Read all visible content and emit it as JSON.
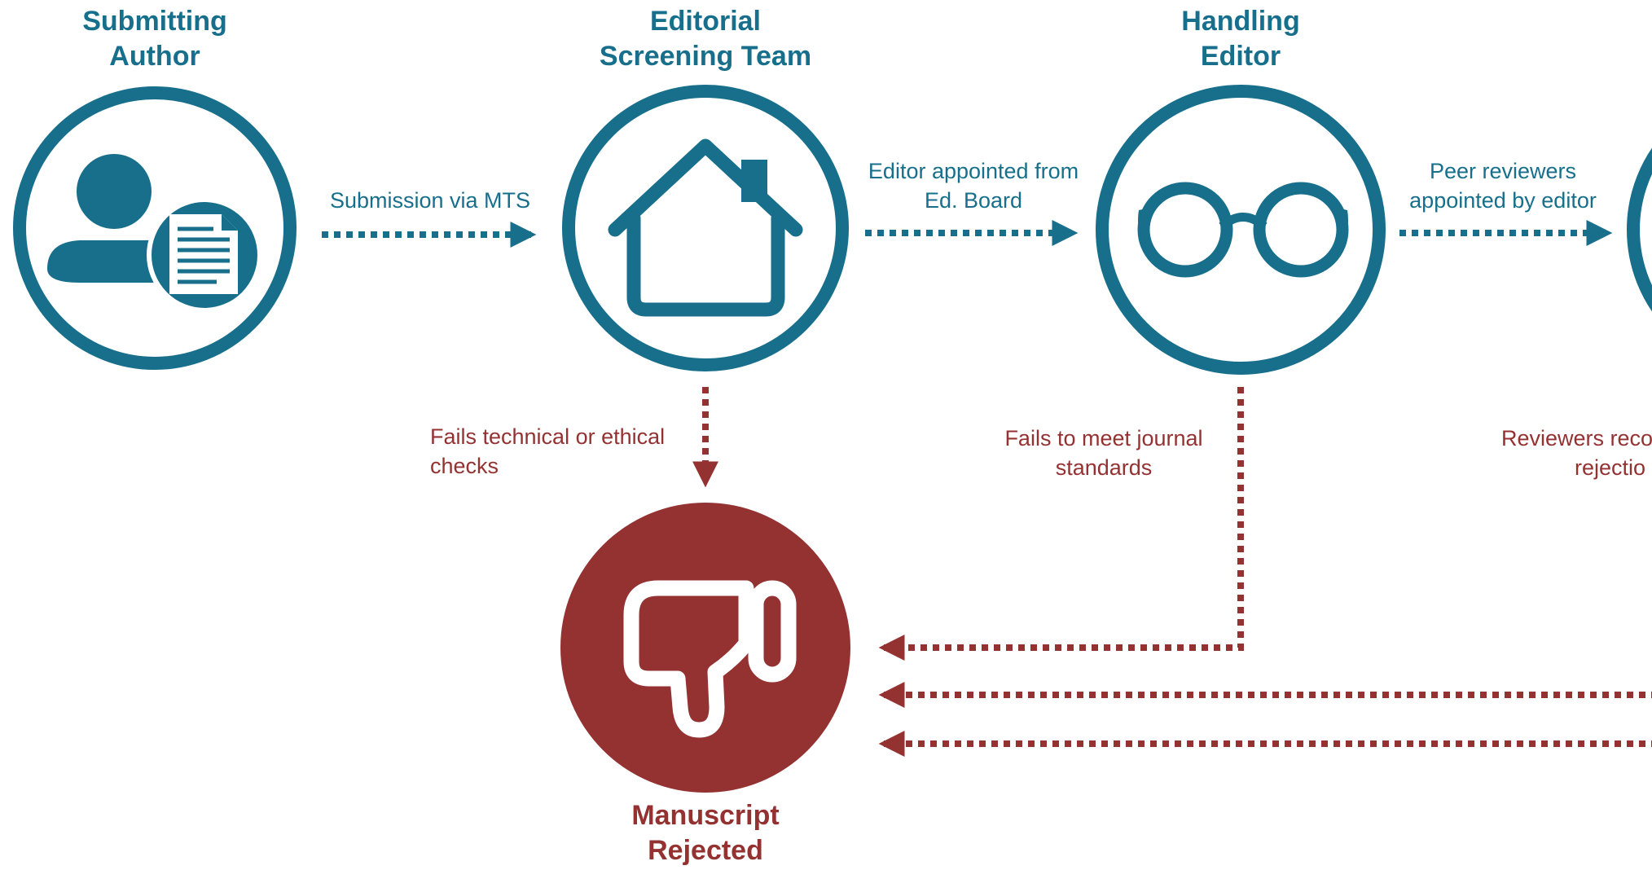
{
  "colors": {
    "primary": "#176f8c",
    "reject": "#943232",
    "background": "#ffffff"
  },
  "nodes": {
    "author": {
      "title_line1": "Submitting",
      "title_line2": "Author",
      "icon": "author-document-icon"
    },
    "screening": {
      "title_line1": "Editorial",
      "title_line2": "Screening Team",
      "icon": "house-icon"
    },
    "editor": {
      "title_line1": "Handling",
      "title_line2": "Editor",
      "icon": "glasses-icon"
    },
    "rejected": {
      "title_line1": "Manuscript",
      "title_line2": "Rejected",
      "icon": "thumbs-down-icon"
    }
  },
  "edges": {
    "submission": {
      "line1": "Submission via MTS"
    },
    "appointed": {
      "line1": "Editor appointed from",
      "line2": "Ed. Board"
    },
    "reviewers": {
      "line1": "Peer reviewers",
      "line2": "appointed by editor"
    },
    "fails_checks": {
      "line1": "Fails technical or ethical",
      "line2": "checks"
    },
    "fails_standards": {
      "line1": "Fails to meet journal",
      "line2": "standards"
    },
    "reviewers_reject": {
      "line1": "Reviewers reco",
      "line2": "rejectio"
    }
  }
}
